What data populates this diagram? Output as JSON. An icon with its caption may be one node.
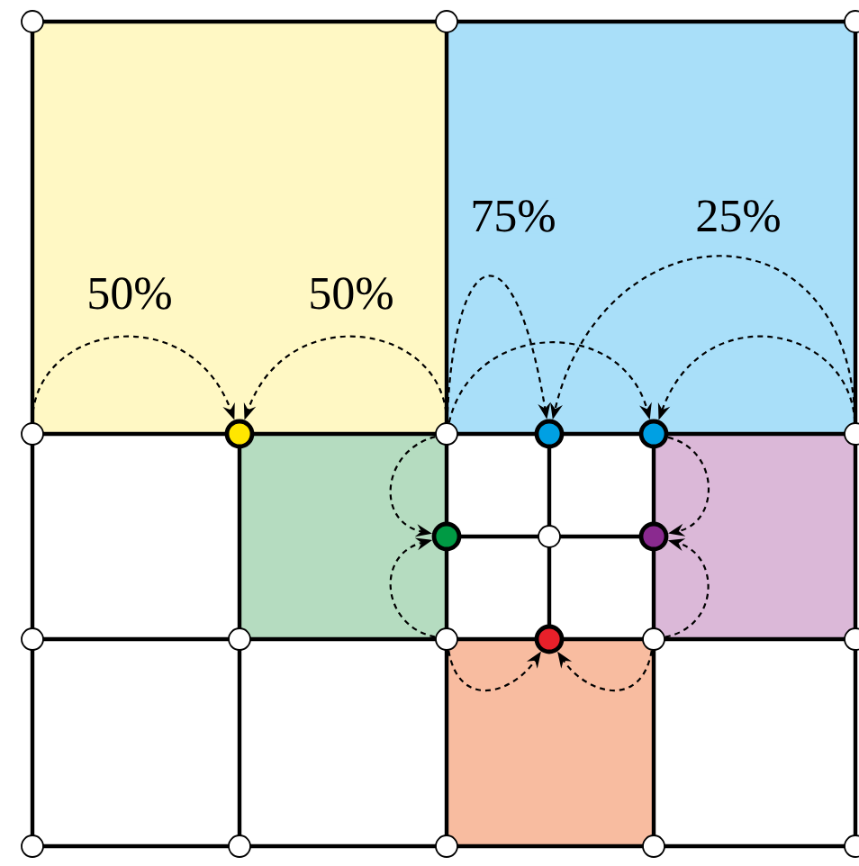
{
  "diagram": {
    "nodes": [
      {
        "text": [],
        "shape": "circle"
      },
      {
        "text": [],
        "shape": "circle"
      },
      {
        "text": [],
        "shape": "circle"
      },
      {
        "text": [],
        "shape": "circle"
      },
      {
        "text": [],
        "shape": "circle"
      },
      {
        "text": [],
        "shape": "circle"
      },
      {
        "text": [],
        "shape": "circle"
      },
      {
        "text": [],
        "shape": "circle"
      },
      {
        "text": [],
        "shape": "circle"
      },
      {
        "text": [],
        "shape": "circle"
      },
      {
        "text": [],
        "shape": "circle"
      },
      {
        "text": [],
        "shape": "circle"
      },
      {
        "text": [],
        "shape": "circle"
      },
      {
        "text": [],
        "shape": "circle"
      },
      {
        "text": [],
        "shape": "circle"
      },
      {
        "text": [],
        "shape": "circle"
      },
      {
        "text": [],
        "shape": "circle"
      },
      {
        "text": [],
        "shape": "circle"
      },
      {
        "text": [],
        "shape": "circle"
      },
      {
        "text": [],
        "shape": "circle"
      },
      {
        "text": [],
        "shape": "circle"
      },
      {
        "text": [],
        "shape": "circle"
      },
      {
        "text": [],
        "shape": "circle"
      }
    ],
    "edges": [
      {
        "from": 3,
        "to": 4,
        "arrow": "to",
        "label": "50%"
      },
      {
        "from": 5,
        "to": 4,
        "arrow": "to",
        "label": "50%"
      },
      {
        "from": 5,
        "to": 6,
        "arrow": "to",
        "label": "75%"
      },
      {
        "from": 8,
        "to": 6,
        "arrow": "to",
        "label": "25%"
      },
      {
        "from": 5,
        "to": 7,
        "arrow": "to"
      },
      {
        "from": 8,
        "to": 7,
        "arrow": "to"
      },
      {
        "from": 5,
        "to": 9,
        "arrow": "to"
      },
      {
        "from": 14,
        "to": 9,
        "arrow": "to"
      },
      {
        "from": 7,
        "to": 11,
        "arrow": "to"
      },
      {
        "from": 16,
        "to": 11,
        "arrow": "to"
      },
      {
        "from": 14,
        "to": 15,
        "arrow": "to"
      },
      {
        "from": 16,
        "to": 15,
        "arrow": "to"
      }
    ]
  }
}
